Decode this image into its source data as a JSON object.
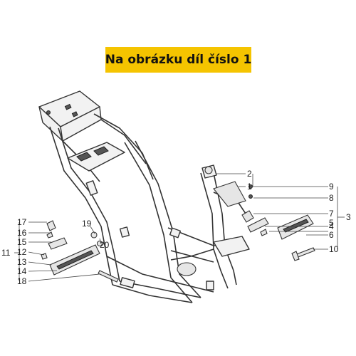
{
  "banner": {
    "text": "Na obrázku díl číslo 1",
    "color": "#f5c400"
  },
  "callouts": {
    "c1": "1",
    "c2": "2",
    "c3": "3",
    "c4": "4",
    "c5": "5",
    "c6": "6",
    "c7": "7",
    "c8": "8",
    "c9": "9",
    "c10": "10",
    "c11": "11",
    "c12": "12",
    "c13": "13",
    "c14": "14",
    "c15": "15",
    "c16": "16",
    "c17": "17",
    "c18": "18",
    "c19": "19",
    "c20": "20"
  }
}
